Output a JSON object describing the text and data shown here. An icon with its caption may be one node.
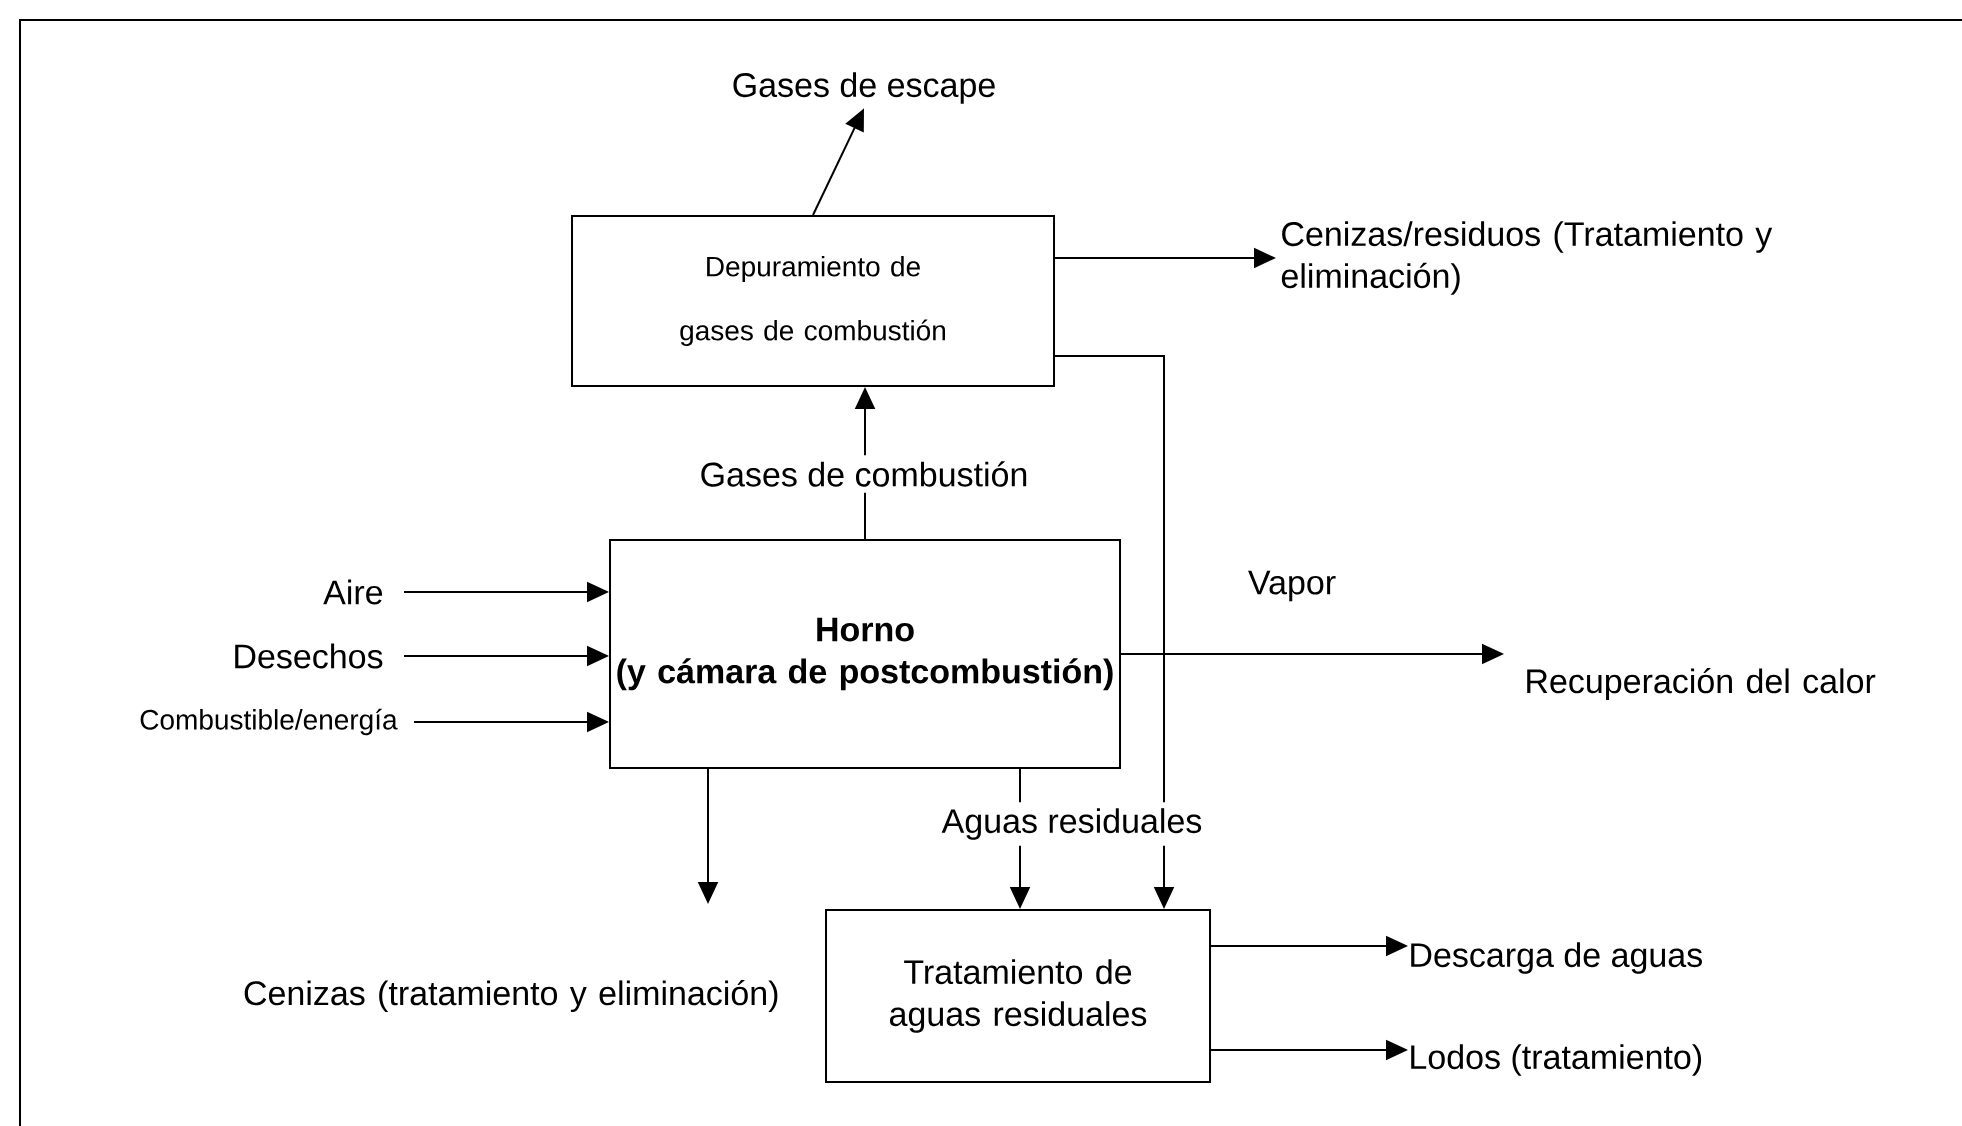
{
  "diagram": {
    "nodes": [
      {
        "text": [
          "Gases de escape"
        ]
      },
      {
        "text": [
          "Depuramiento de gases de combustión"
        ]
      },
      {
        "text": [
          "Cenizas/residuos (Tratamiento y eliminación)"
        ]
      },
      {
        "text": [
          "Horno",
          "(y cámara de postcombustión)"
        ]
      },
      {
        "text": [
          "Aire"
        ]
      },
      {
        "text": [
          "Desechos"
        ]
      },
      {
        "text": [
          "Combustible/energía"
        ]
      },
      {
        "text": [
          "Recuperación del calor"
        ]
      },
      {
        "text": [
          "Cenizas (tratamiento y eliminación)"
        ]
      },
      {
        "text": [
          "Tratamiento de aguas residuales"
        ]
      },
      {
        "text": [
          "Descarga de aguas"
        ]
      },
      {
        "text": [
          "Lodos (tratamiento)"
        ]
      }
    ],
    "edges": [
      {
        "from": 1,
        "to": 0,
        "arrow": "to"
      },
      {
        "from": 3,
        "to": 1,
        "arrow": "to",
        "label": "Gases de combustión"
      },
      {
        "from": 1,
        "to": 2,
        "arrow": "to"
      },
      {
        "from": 4,
        "to": 3,
        "arrow": "to"
      },
      {
        "from": 5,
        "to": 3,
        "arrow": "to"
      },
      {
        "from": 6,
        "to": 3,
        "arrow": "to"
      },
      {
        "from": 3,
        "to": 7,
        "arrow": "to",
        "label": "Vapor"
      },
      {
        "from": 3,
        "to": 8,
        "arrow": "to"
      },
      {
        "from": 3,
        "to": 9,
        "arrow": "to",
        "label": "Aguas residuales"
      },
      {
        "from": 1,
        "to": 9,
        "arrow": "to"
      },
      {
        "from": 9,
        "to": 10,
        "arrow": "to"
      },
      {
        "from": 9,
        "to": 11,
        "arrow": "to"
      }
    ]
  }
}
